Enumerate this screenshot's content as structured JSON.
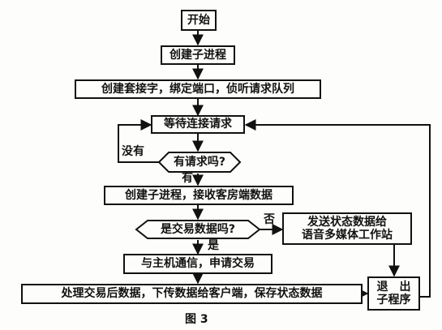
{
  "nodes": {
    "start": "开始",
    "create_child": "创建子进程",
    "socket": "创建套接字，绑定端口，侦听请求队列",
    "wait": "等待连接请求",
    "has_request": "有请求吗?",
    "create_recv": "创建子进程，接收客房端数据",
    "is_trade": "是交易数据吗?",
    "send_status_line1": "发送状态数据给",
    "send_status_line2": "语音多媒体工作站",
    "host_comm": "与主机通信，申请交易",
    "process": "处理交易后数据，下传数据给客户端，保存状态数据",
    "exit_line1": "退　出",
    "exit_line2": "子程序"
  },
  "edge_labels": {
    "no": "没有",
    "yes_request": "有",
    "no_trade": "否",
    "yes_trade": "是"
  },
  "caption": "图 3"
}
